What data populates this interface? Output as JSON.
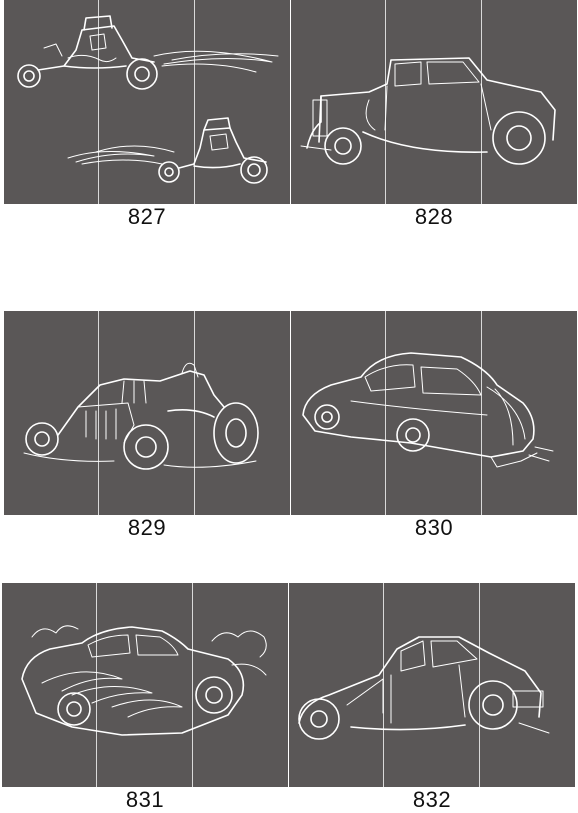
{
  "tiles": [
    {
      "number": "827",
      "illustration": "two-hot-rods-with-speed-lines"
    },
    {
      "number": "828",
      "illustration": "coupe-hot-rod"
    },
    {
      "number": "829",
      "illustration": "roadster-hot-rod-with-driver"
    },
    {
      "number": "830",
      "illustration": "lowrider-custom-coupe"
    },
    {
      "number": "831",
      "illustration": "flamed-hot-rod-with-flames"
    },
    {
      "number": "832",
      "illustration": "hot-rod-coupe-rear-view"
    }
  ],
  "colors": {
    "panel": "#5a5757",
    "divider": "#d9d9d9",
    "linework": "#ffffff",
    "background": "#ffffff"
  }
}
